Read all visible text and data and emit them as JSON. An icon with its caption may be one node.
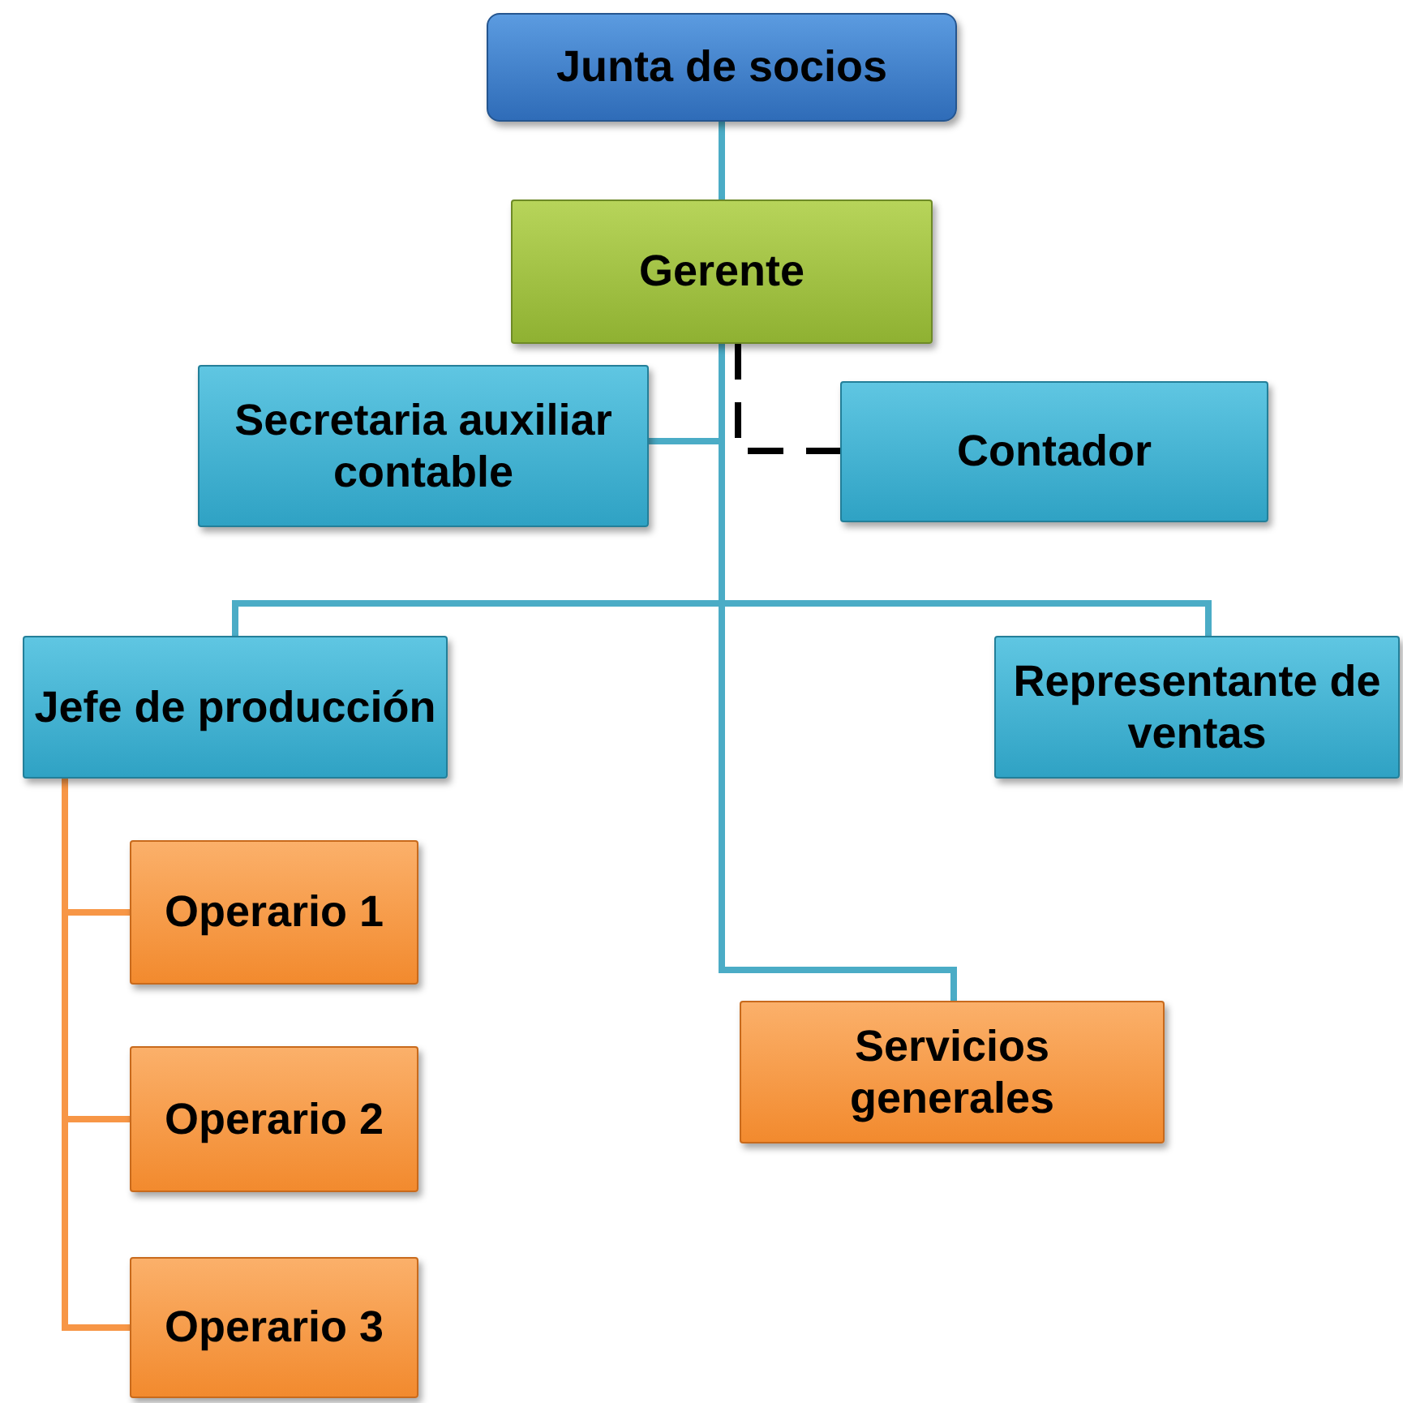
{
  "diagram": {
    "nodes": [
      {
        "text": [
          "Junta de socios"
        ]
      },
      {
        "text": [
          "Gerente"
        ]
      },
      {
        "text": [
          "Secretaria auxiliar contable"
        ]
      },
      {
        "text": [
          "Contador"
        ]
      },
      {
        "text": [
          "Jefe de producción"
        ]
      },
      {
        "text": [
          "Representante de ventas"
        ]
      },
      {
        "text": [
          "Operario 1"
        ]
      },
      {
        "text": [
          "Operario 2"
        ]
      },
      {
        "text": [
          "Operario 3"
        ]
      },
      {
        "text": [
          "Servicios generales"
        ]
      }
    ],
    "edges": [
      {
        "from": 0,
        "to": 1,
        "arrow": "none"
      },
      {
        "from": 1,
        "to": 2,
        "arrow": "none"
      },
      {
        "from": 1,
        "to": 3,
        "arrow": "none",
        "style": "dashed",
        "color": "#000000"
      },
      {
        "from": 1,
        "to": 4,
        "arrow": "none"
      },
      {
        "from": 1,
        "to": 5,
        "arrow": "none"
      },
      {
        "from": 1,
        "to": 9,
        "arrow": "none"
      },
      {
        "from": 4,
        "to": 6,
        "arrow": "none",
        "color": "#f79646"
      },
      {
        "from": 4,
        "to": 7,
        "arrow": "none",
        "color": "#f79646"
      },
      {
        "from": 4,
        "to": 8,
        "arrow": "none",
        "color": "#f79646"
      }
    ]
  }
}
